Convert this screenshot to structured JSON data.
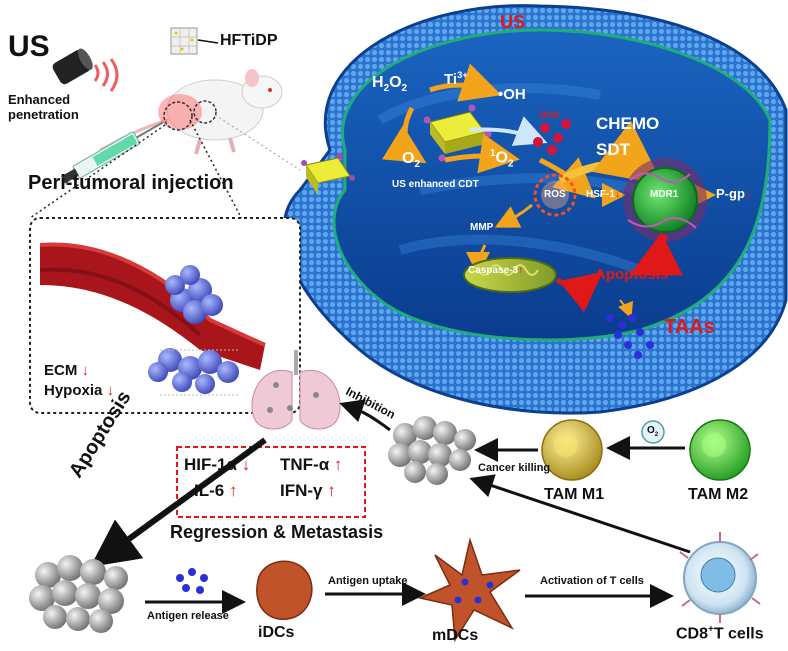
{
  "colors": {
    "cell_blue": "#2e7fd6",
    "cell_dark": "#0b3f8f",
    "vessel_red": "#a8161c",
    "arrow_orange": "#f2a51a",
    "indicator_red": "#d81e1e",
    "tam_m1": "#d9ba2a",
    "tam_m2": "#4fd63d",
    "dc": "#c0532a"
  },
  "left": {
    "us_label": "US",
    "hftidp_label": "HFTiDP",
    "enhanced_penetration": "Enhanced\npenetration",
    "injection_title": "Peri-tumoral injection",
    "ecm_label": "ECM",
    "hypoxia_label": "Hypoxia",
    "down_arrow": "↓"
  },
  "cell": {
    "us_top": "US",
    "h2o2": "H",
    "h2o2_sub1": "2",
    "h2o2_o": "O",
    "h2o2_sub2": "2",
    "ti": "Ti",
    "ti_sup": "3+",
    "oh": "•OH",
    "o2": "O",
    "o2_sub": "2",
    "singlet_sup": "1",
    "singlet": "O",
    "singlet_sub": "2",
    "dox": "DOX",
    "chemo": "CHEMO",
    "sdt": "SDT",
    "us_cdt": "US enhanced CDT",
    "ros": "ROS",
    "hsf": "HSF-1",
    "mdr": "MDR1",
    "pgp": "P-gp",
    "mmp": "MMP",
    "caspase": "Caspase-3",
    "apoptosis": "Apoptosis",
    "taas": "TAAs",
    "down_arrow": "↓",
    "up_arrow": "↑"
  },
  "immune": {
    "inhibition": "Inhibition",
    "cancer_killing": "Cancer killing",
    "o2_bubble": "O",
    "o2_bubble_sub": "2",
    "tam_m1": "TAM M1",
    "tam_m2": "TAM M2",
    "apoptosis": "Apoptosis",
    "antigen_release": "Antigen release",
    "idcs": "iDCs",
    "antigen_uptake": "Antigen uptake",
    "mdcs": "mDCs",
    "activation": "Activation of T cells",
    "cd8_prefix": "CD8",
    "cd8_sup": "+",
    "cd8_suffix": "T cells"
  },
  "cytokines": {
    "hif": "HIF-1α",
    "hif_arrow": "↓",
    "tnf": "TNF-α",
    "tnf_arrow": "↑",
    "il6": "IL-6",
    "il6_arrow": "↑",
    "ifn": "IFN-γ",
    "ifn_arrow": "↑",
    "caption": "Regression & Metastasis"
  }
}
